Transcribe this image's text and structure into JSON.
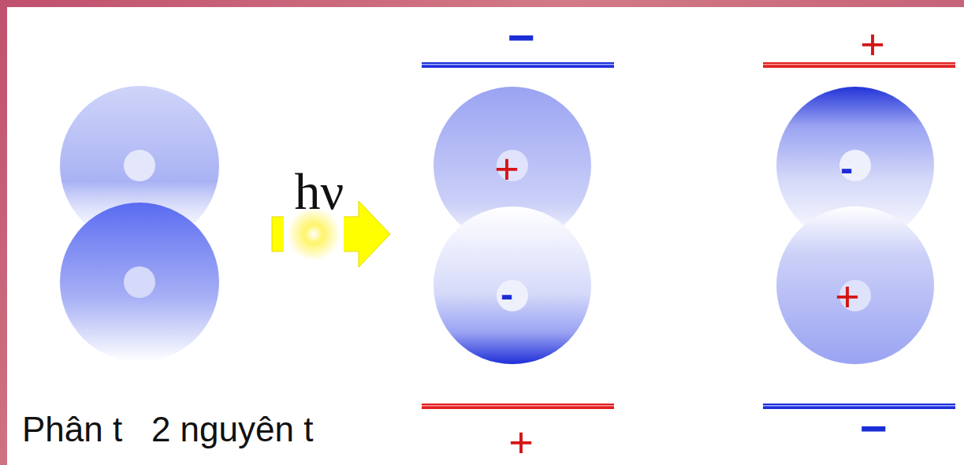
{
  "diagram": {
    "labels": [
      "hν",
      "Phân t   2 nguyên t",
      "−",
      "+",
      "-",
      "+",
      "+",
      "-",
      "+",
      "−"
    ]
  }
}
